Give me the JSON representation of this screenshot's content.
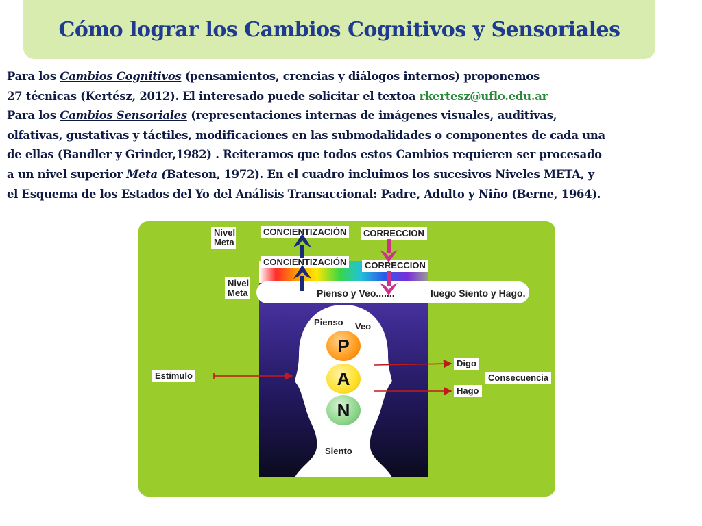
{
  "title": "Cómo lograr los Cambios Cognitivos y Sensoriales",
  "body": {
    "l1_pre": "Para los ",
    "l1_u": "Cambios Cognitivos",
    "l1_post": " (pensamientos, crencias y diálogos internos) proponemos",
    "l2_pre": "27 técnicas (Kertész, 2012). El interesado puede solicitar el textoa ",
    "l2_link": "rkertesz@uflo.edu.ar",
    "l3_pre": "Para los ",
    "l3_u": "Cambios Sensoriales",
    "l3_post": " (representaciones internas de imágenes visuales, auditivas,",
    "l4_pre": "olfativas, gustativas y táctiles, modificaciones en las ",
    "l4_u": "submodalidades",
    "l4_post": " o componentes de cada una",
    "l5": "de ellas (Bandler y Grinder,1982) . Reiteramos que todos estos Cambios requieren ser procesado",
    "l6_pre": "a un nivel superior ",
    "l6_i": "Meta (",
    "l6_post": "Bateson, 1972). En el cuadro incluimos los sucesivos Niveles META, y",
    "l7": "el Esquema de los Estados del Yo del Análisis Transaccional: Padre, Adulto y Niño (Berne, 1964)."
  },
  "diagram": {
    "nivel_meta_1": "Nivel Meta",
    "nivel_meta_2": "Nivel Meta",
    "concientizacion_1": "CONCIENTIZACIÓN",
    "concientizacion_2": "CONCIENTIZACIÓN",
    "correccion_1": "CORRECCION",
    "correccion_2": "CORRECCION",
    "pienso_y_veo": "Pienso y Veo.......",
    "luego": "luego Siento y Hago.",
    "pienso": "Pienso",
    "veo": "Veo",
    "siento": "Siento",
    "estimulo": "Estímulo",
    "digo": "Digo",
    "hago": "Hago",
    "consecuencia": "Consecuencia",
    "circles": [
      "P",
      "A",
      "N"
    ],
    "colors": {
      "background": "#9acd2b",
      "up_arrow": "#1a2a7a",
      "down_arrow": "#d0308a",
      "red_arrow": "#c01a1a"
    }
  }
}
